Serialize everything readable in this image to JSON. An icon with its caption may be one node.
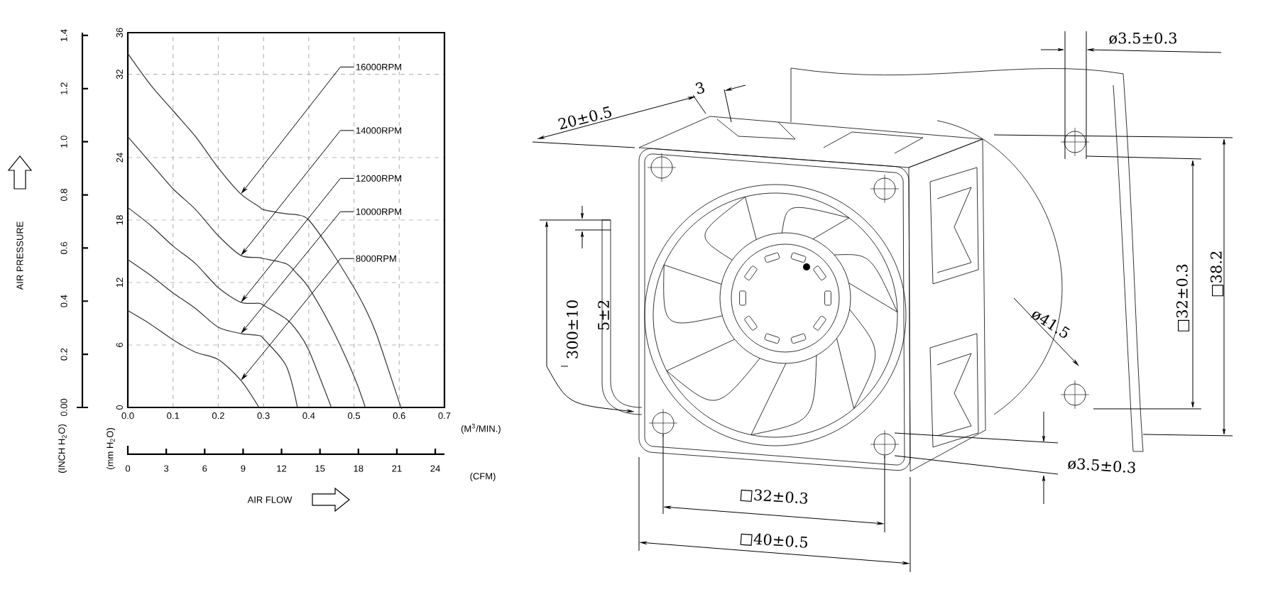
{
  "diagram": {
    "labels": [
      "AIR PRESSURE",
      "0.00",
      "0.2",
      "0.4",
      "0.6",
      "0.8",
      "1.0",
      "1.2",
      "1.4",
      "(INCH H$_{2}$O)",
      "0",
      "3",
      "6",
      "9",
      "12",
      "15",
      "18",
      "21",
      "24",
      "(CFM)",
      "AIR FLOW",
      "ø3.5±0.3",
      "20±0.5",
      "3",
      "300±10",
      "5±2",
      "ø41.5",
      "□32±0.3",
      "□38.2",
      "ø3.5±0.3",
      "□32±0.3",
      "□40±0.5"
    ],
    "chart_data": {
      "type": "line",
      "xlabel": "(M$^{3}$/MIN.)",
      "ylabel": "(mm H$_{2}$O)",
      "x": [
        0,
        0.05,
        0.1,
        0.15,
        0.2,
        0.25,
        0.29,
        0.3,
        0.35,
        0.375,
        0.4,
        0.45,
        0.5,
        0.525,
        0.55,
        0.6,
        0.605
      ],
      "series": [
        {
          "color": "#333333",
          "values": [
            34,
            31,
            28.5,
            26,
            23,
            20.5,
            19.3,
            19,
            18.6,
            18.5,
            18,
            15,
            11.5,
            9.5,
            7,
            0.5,
            0
          ]
        },
        {
          "color": "#333333",
          "values": [
            26,
            23.5,
            21,
            19,
            16.5,
            14.6,
            14.4,
            14.3,
            13.8,
            12.8,
            11.5,
            7.7,
            3,
            0,
            null,
            null,
            null
          ]
        },
        {
          "color": "#333333",
          "values": [
            19.2,
            17.5,
            15.5,
            13.8,
            11.5,
            10.1,
            10,
            9.8,
            8.5,
            7.3,
            5.5,
            0,
            null,
            null,
            null,
            null,
            null
          ]
        },
        {
          "color": "#333333",
          "values": [
            14.2,
            12.7,
            11,
            9.5,
            7.7,
            7.1,
            6.9,
            6.6,
            4,
            0,
            null,
            null,
            null,
            null,
            null,
            null,
            null
          ]
        },
        {
          "color": "#333333",
          "values": [
            9.3,
            8,
            6.5,
            5.3,
            4.6,
            2.6,
            0,
            null,
            null,
            null,
            null,
            null,
            null,
            null,
            null,
            null,
            null
          ]
        }
      ],
      "annotations": [
        {
          "text": "16000RPM"
        },
        {
          "text": "14000RPM"
        },
        {
          "text": "12000RPM"
        },
        {
          "text": "10000RPM"
        },
        {
          "text": "8000RPM"
        }
      ],
      "grid": true,
      "xlim": [
        0,
        0.7
      ],
      "ylim": [
        0,
        36
      ],
      "xticks": [
        {
          "value": 0,
          "label": "0.0"
        },
        {
          "value": 0.1,
          "label": "0.1"
        },
        {
          "value": 0.2,
          "label": "0.2"
        },
        {
          "value": 0.3,
          "label": "0.3"
        },
        {
          "value": 0.4,
          "label": "0.4"
        },
        {
          "value": 0.5,
          "label": "0.5"
        },
        {
          "value": 0.6,
          "label": "0.6"
        },
        {
          "value": 0.7,
          "label": "0.7"
        }
      ],
      "yticks": [
        {
          "value": 0,
          "label": "0"
        },
        {
          "value": 6,
          "label": "6"
        },
        {
          "value": 12,
          "label": "12"
        },
        {
          "value": 18,
          "label": "18"
        },
        {
          "value": 24,
          "label": "24"
        },
        {
          "value": 32,
          "label": "32"
        },
        {
          "value": 36,
          "label": "36"
        }
      ]
    }
  }
}
